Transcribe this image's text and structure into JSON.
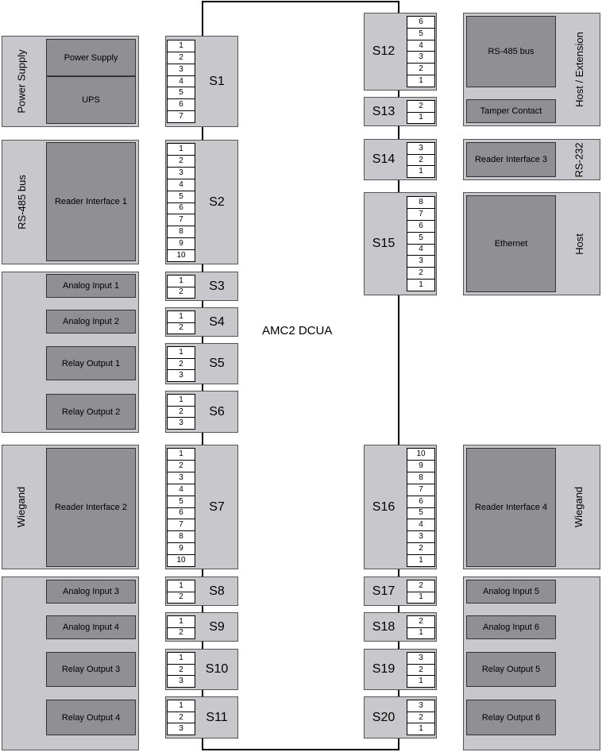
{
  "board_title": "AMC2 DCUA",
  "connectors": [
    {
      "id": "S1",
      "pins": [
        "1",
        "2",
        "3",
        "4",
        "5",
        "6",
        "7"
      ]
    },
    {
      "id": "S2",
      "pins": [
        "1",
        "2",
        "3",
        "4",
        "5",
        "6",
        "7",
        "8",
        "9",
        "10"
      ]
    },
    {
      "id": "S3",
      "pins": [
        "1",
        "2"
      ]
    },
    {
      "id": "S4",
      "pins": [
        "1",
        "2"
      ]
    },
    {
      "id": "S5",
      "pins": [
        "1",
        "2",
        "3"
      ]
    },
    {
      "id": "S6",
      "pins": [
        "1",
        "2",
        "3"
      ]
    },
    {
      "id": "S7",
      "pins": [
        "1",
        "2",
        "3",
        "4",
        "5",
        "6",
        "7",
        "8",
        "9",
        "10"
      ]
    },
    {
      "id": "S8",
      "pins": [
        "1",
        "2"
      ]
    },
    {
      "id": "S9",
      "pins": [
        "1",
        "2"
      ]
    },
    {
      "id": "S10",
      "pins": [
        "1",
        "2",
        "3"
      ]
    },
    {
      "id": "S11",
      "pins": [
        "1",
        "2",
        "3"
      ]
    },
    {
      "id": "S12",
      "pins": [
        "6",
        "5",
        "4",
        "3",
        "2",
        "1"
      ]
    },
    {
      "id": "S13",
      "pins": [
        "2",
        "1"
      ]
    },
    {
      "id": "S14",
      "pins": [
        "3",
        "2",
        "1"
      ]
    },
    {
      "id": "S15",
      "pins": [
        "8",
        "7",
        "6",
        "5",
        "4",
        "3",
        "2",
        "1"
      ]
    },
    {
      "id": "S16",
      "pins": [
        "10",
        "9",
        "8",
        "7",
        "6",
        "5",
        "4",
        "3",
        "2",
        "1"
      ]
    },
    {
      "id": "S17",
      "pins": [
        "2",
        "1"
      ]
    },
    {
      "id": "S18",
      "pins": [
        "2",
        "1"
      ]
    },
    {
      "id": "S19",
      "pins": [
        "3",
        "2",
        "1"
      ]
    },
    {
      "id": "S20",
      "pins": [
        "3",
        "2",
        "1"
      ]
    }
  ],
  "groups": {
    "power_supply": {
      "label": "Power Supply",
      "items": [
        "Power Supply",
        "UPS"
      ]
    },
    "rs485_left": {
      "label": "RS-485 bus",
      "items": [
        "Reader Interface 1"
      ]
    },
    "io_left_top": {
      "items": [
        "Analog Input 1",
        "Analog Input 2",
        "Relay Output 1",
        "Relay Output 2"
      ]
    },
    "wiegand_left": {
      "label": "Wiegand",
      "items": [
        "Reader Interface 2"
      ]
    },
    "io_left_bottom": {
      "items": [
        "Analog Input 3",
        "Analog Input 4",
        "Relay Output 3",
        "Relay Output 4"
      ]
    },
    "host_extension": {
      "label": "Host / Extension",
      "items": [
        "RS-485 bus",
        "Tamper Contact"
      ]
    },
    "rs232": {
      "label": "RS-232",
      "items": [
        "Reader Interface 3"
      ]
    },
    "host": {
      "label": "Host",
      "items": [
        "Ethernet"
      ]
    },
    "wiegand_right": {
      "label": "Wiegand",
      "items": [
        "Reader Interface 4"
      ]
    },
    "io_right_bottom": {
      "items": [
        "Analog Input 5",
        "Analog Input 6",
        "Relay Output 5",
        "Relay Output 6"
      ]
    }
  }
}
